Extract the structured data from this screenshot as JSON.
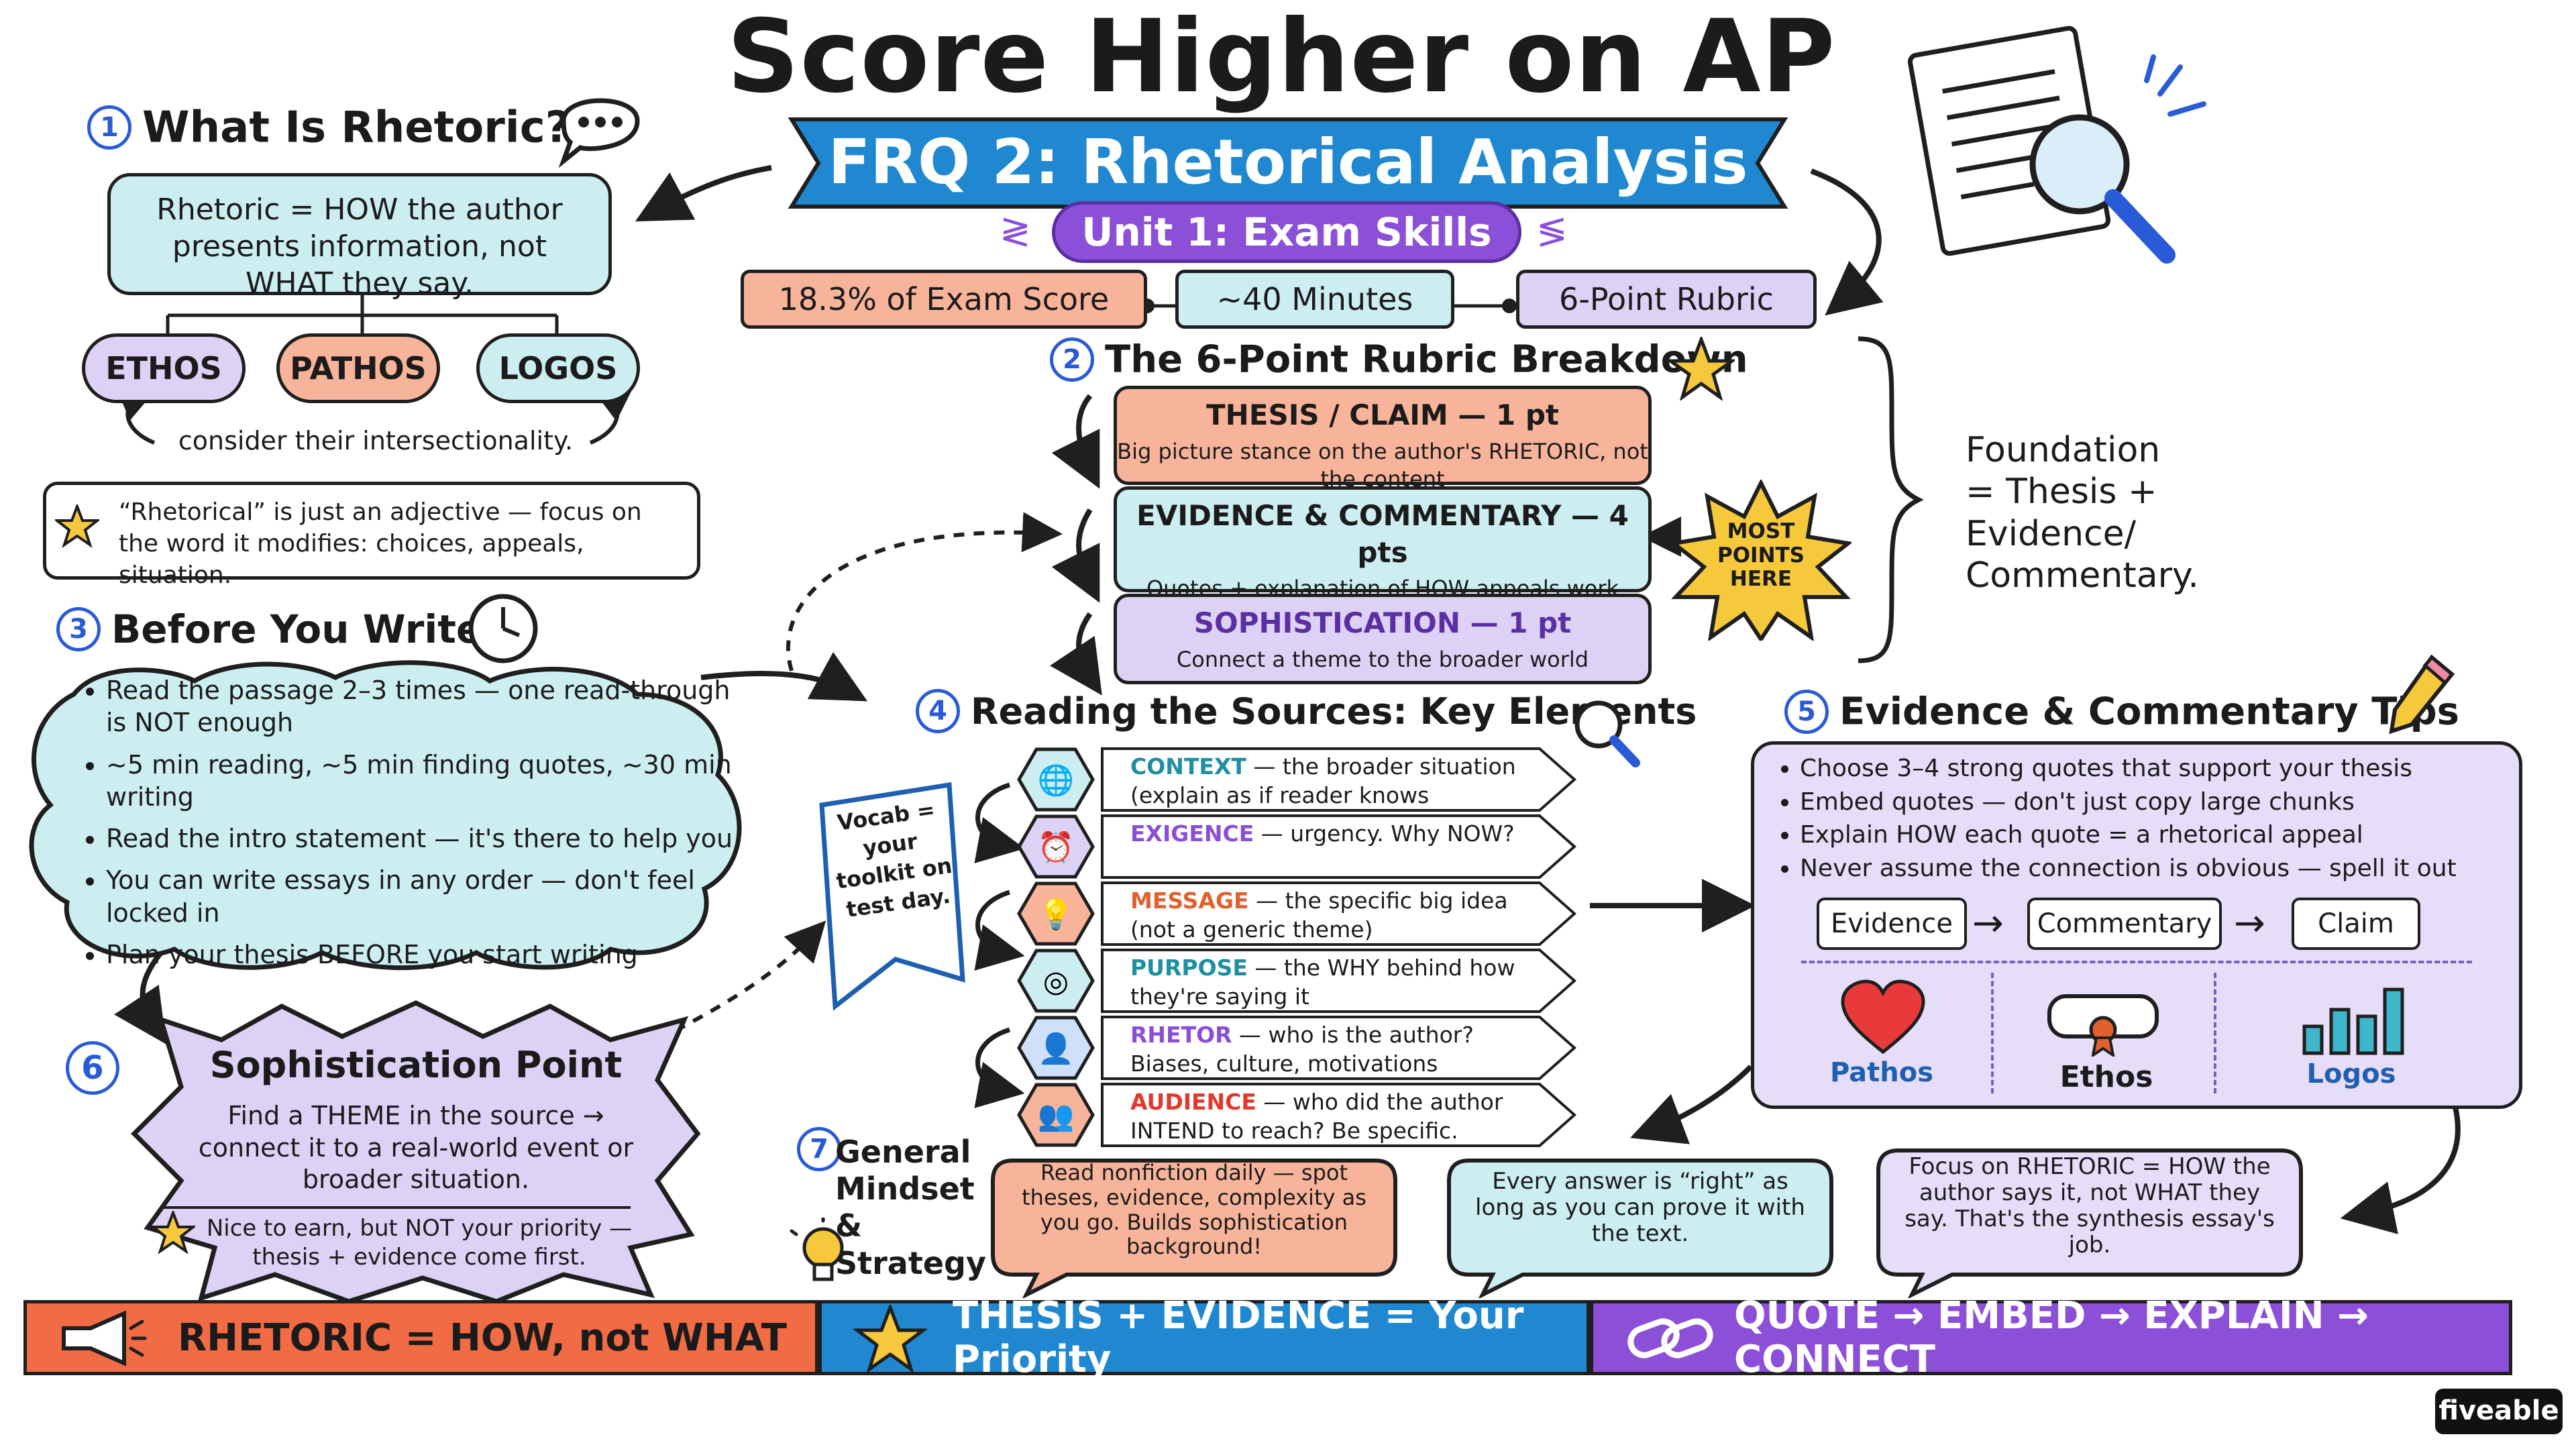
{
  "header": {
    "title": "Score Higher on AP Lang",
    "ribbon": "FRQ 2: Rhetorical Analysis",
    "unit": "Unit 1: Exam Skills",
    "stats": [
      "18.3% of Exam Score",
      "~40 Minutes",
      "6-Point Rubric"
    ]
  },
  "s1": {
    "num": "1",
    "title": "What Is Rhetoric?",
    "definition": "Rhetoric = HOW the author presents information, not WHAT they say.",
    "appeals": [
      "ETHOS",
      "PATHOS",
      "LOGOS"
    ],
    "note": "consider their intersectionality.",
    "tip": "“Rhetorical” is just an adjective — focus on the word it modifies: choices, appeals, situation."
  },
  "s2": {
    "num": "2",
    "title": "The 6-Point Rubric Breakdown",
    "rows": [
      {
        "head": "THESIS / CLAIM — 1 pt",
        "body": "Big picture stance on the author's RHETORIC, not the content"
      },
      {
        "head": "EVIDENCE & COMMENTARY — 4 pts",
        "body": "Quotes + explanation of HOW appeals work (pathos, ethos, logos)"
      },
      {
        "head": "SOPHISTICATION — 1 pt",
        "body": "Connect a theme to the broader world"
      }
    ],
    "burst": "MOST POINTS HERE",
    "foundation": "Foundation = Thesis + Evidence/ Commentary."
  },
  "s3": {
    "num": "3",
    "title": "Before You Write",
    "items": [
      "Read the passage 2–3 times — one read-through is NOT enough",
      "~5 min reading, ~5 min finding quotes, ~30 min writing",
      "Read the intro statement — it's there to help you",
      "You can write essays in any order — don't feel locked in",
      "Plan your thesis BEFORE you start writing"
    ]
  },
  "s4": {
    "num": "4",
    "title": "Reading the Sources: Key Elements",
    "vocab": "Vocab = your toolkit on test day.",
    "elements": [
      {
        "key": "CONTEXT",
        "text": " — the broader situation (explain as if reader knows nothing)",
        "color": "#1e8fa3"
      },
      {
        "key": "EXIGENCE",
        "text": " — urgency. Why NOW?",
        "color": "#8a4fd6"
      },
      {
        "key": "MESSAGE",
        "text": " — the specific big idea (not a generic theme)",
        "color": "#e0612e"
      },
      {
        "key": "PURPOSE",
        "text": " — the WHY behind how they're saying it",
        "color": "#1e8fa3"
      },
      {
        "key": "RHETOR",
        "text": " — who is the author? Biases, culture, motivations",
        "color": "#8a4fd6"
      },
      {
        "key": "AUDIENCE",
        "text": " — who did the author INTEND to reach? Be specific.",
        "color": "#e03a2e"
      }
    ]
  },
  "s5": {
    "num": "5",
    "title": "Evidence & Commentary Tips",
    "items": [
      "Choose 3–4 strong quotes that support your thesis",
      "Embed quotes — don't just copy large chunks",
      "Explain HOW each quote = a rhetorical appeal",
      "Never assume the connection is obvious — spell it out"
    ],
    "flow": [
      "Evidence",
      "Commentary",
      "Claim"
    ],
    "appeals": [
      "Pathos",
      "Ethos",
      "Logos"
    ]
  },
  "s6": {
    "num": "6",
    "title": "Sophistication Point",
    "body": "Find a THEME in the source → connect it to a real-world event or broader situation.",
    "note": "Nice to earn, but NOT your priority — thesis + evidence come first."
  },
  "s7": {
    "num": "7",
    "title": "General Mindset & Strategy",
    "bubbles": [
      "Read nonfiction daily — spot theses, evidence, complexity as you go. Builds sophistication background!",
      "Every answer is “right” as long as you can prove it with the text.",
      "Focus on RHETORIC = HOW the author says it, not WHAT they say. That's the synthesis essay's job."
    ]
  },
  "footer": {
    "b1": "RHETORIC = HOW, not WHAT",
    "b2": "THESIS + EVIDENCE = Your Priority",
    "b3": "QUOTE → EMBED → EXPLAIN → CONNECT",
    "brand": "fiveable"
  },
  "colors": {
    "teal": "#cdeef1",
    "salmon": "#f8b49a",
    "lavender": "#ddd2f6",
    "blue": "#2a5bd7",
    "orange_banner": "#f16b45",
    "blue_banner": "#1f88d0",
    "purple_banner": "#8c4fd8"
  }
}
